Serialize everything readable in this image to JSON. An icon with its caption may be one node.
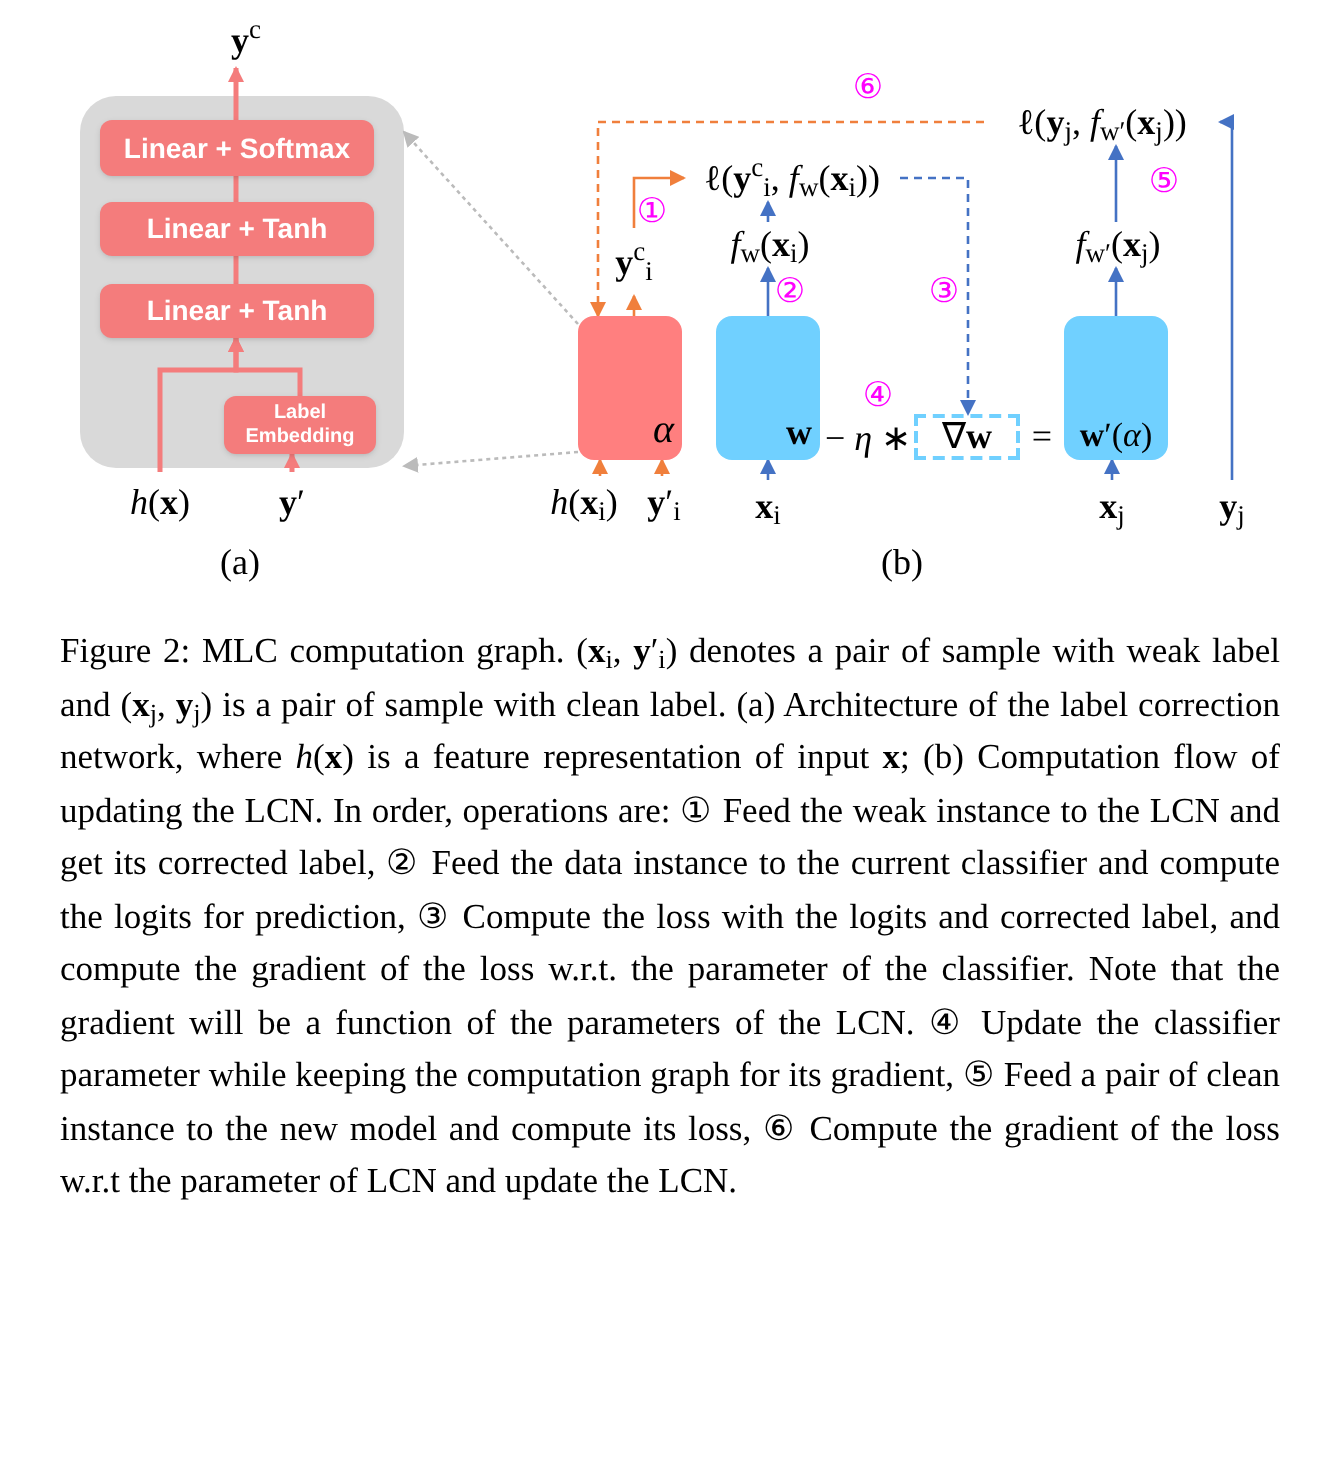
{
  "diagram": {
    "caption": "Figure 2: MLC computation graph. (**x**$_{i}$, **y**′$_{i}$) denotes a pair of sample with weak label and (**x**$_{j}$, **y**$_{j}$) is a pair of sample with clean label. (a) Architecture of the label correction network, where *h*(**x**) is a feature representation of input **x**; (b) Computation flow of updating the LCN. In order, operations are: ① Feed the weak instance to the LCN and get its corrected label, ② Feed the data instance to the current classifier and compute the logits for prediction, ③ Compute the loss with the logits and corrected label, and compute the gradient of the loss w.r.t. the parameter of the classifier. Note that the gradient will be a function of the parameters of the LCN. ④ Update the classifier parameter while keeping the computation graph for its gradient, ⑤ Feed a pair of clean instance to the new model and compute its loss, ⑥ Compute the gradient of the loss w.r.t the parameter of LCN and update the LCN.",
    "nodes": [
      {
        "text": [],
        "shape": "box"
      },
      {
        "text": [
          "Linear + Softmax"
        ],
        "in": 0
      },
      {
        "text": [
          "Linear + Tanh"
        ],
        "in": 0
      },
      {
        "text": [
          "Linear + Tanh"
        ],
        "in": 0
      },
      {
        "text": [
          "Label Embedding"
        ],
        "in": 0
      },
      {
        "text": [
          "**y**$^{c}$"
        ]
      },
      {
        "text": [
          "*h*(**x**)"
        ]
      },
      {
        "text": [
          "**y**′"
        ]
      },
      {
        "text": [
          "*α*"
        ]
      },
      {
        "text": [
          "**w**"
        ]
      },
      {
        "text": [
          "∇**w**"
        ]
      },
      {
        "text": [
          "**w**′(*α*)"
        ]
      },
      {
        "text": [
          "**y**$^{c}$$_{i}$"
        ]
      },
      {
        "text": [
          "ℓ(**y**$^{c}$$_{i}$, *f*$_{w}$(**x**$_{i}$))"
        ]
      },
      {
        "text": [
          "*f*$_{w}$(**x**$_{i}$)"
        ]
      },
      {
        "text": [
          "*f*$_{w′}$(**x**$_{j}$)"
        ]
      },
      {
        "text": [
          "ℓ(**y**$_{j}$, *f*$_{w′}$(**x**$_{j}$))"
        ]
      },
      {
        "text": [
          "*h*(**x**$_{i}$)"
        ]
      },
      {
        "text": [
          "**y**′$_{i}$"
        ]
      },
      {
        "text": [
          "**x**$_{i}$"
        ]
      },
      {
        "text": [
          "**x**$_{j}$"
        ]
      },
      {
        "text": [
          "**y**$_{j}$"
        ]
      }
    ],
    "edges": [
      {
        "from": 3,
        "to": 2,
        "arrow": "none",
        "color": "#f47c7c"
      },
      {
        "from": 2,
        "to": 1,
        "arrow": "none",
        "color": "#f47c7c"
      },
      {
        "from": 1,
        "to": 5,
        "arrow": "to",
        "color": "#f47c7c"
      },
      {
        "from": 6,
        "to": 3,
        "arrow": "to",
        "color": "#f47c7c"
      },
      {
        "from": 4,
        "to": 3,
        "arrow": "to",
        "color": "#f47c7c"
      },
      {
        "from": 7,
        "to": 4,
        "arrow": "to",
        "color": "#f47c7c"
      },
      {
        "from": 8,
        "to": 0,
        "arrow": "to",
        "style": "dashed",
        "color": "#bbbbbb"
      },
      {
        "from": 8,
        "to": 0,
        "arrow": "to",
        "style": "dashed",
        "color": "#bbbbbb"
      },
      {
        "from": 17,
        "to": 8,
        "arrow": "to",
        "color": "#f07f3c"
      },
      {
        "from": 18,
        "to": 8,
        "arrow": "to",
        "color": "#f07f3c"
      },
      {
        "from": 8,
        "to": 12,
        "arrow": "to",
        "color": "#f07f3c"
      },
      {
        "from": 12,
        "to": 13,
        "arrow": "to",
        "color": "#f07f3c"
      },
      {
        "from": 9,
        "to": 14,
        "arrow": "to"
      },
      {
        "from": 14,
        "to": 13,
        "arrow": "to"
      },
      {
        "from": 13,
        "to": 10,
        "arrow": "to",
        "style": "dashed"
      },
      {
        "from": 19,
        "to": 9,
        "arrow": "to"
      },
      {
        "from": 20,
        "to": 11,
        "arrow": "to"
      },
      {
        "from": 11,
        "to": 15,
        "arrow": "to"
      },
      {
        "from": 15,
        "to": 16,
        "arrow": "to"
      },
      {
        "from": 21,
        "to": 16,
        "arrow": "to"
      },
      {
        "from": 16,
        "to": 8,
        "arrow": "to",
        "style": "dashed",
        "color": "#f07f3c"
      }
    ],
    "labels": [
      "⑥",
      "①",
      "②",
      "③",
      "− *η* ∗",
      "④",
      "=",
      "⑤",
      "(a)",
      "(b)"
    ]
  }
}
